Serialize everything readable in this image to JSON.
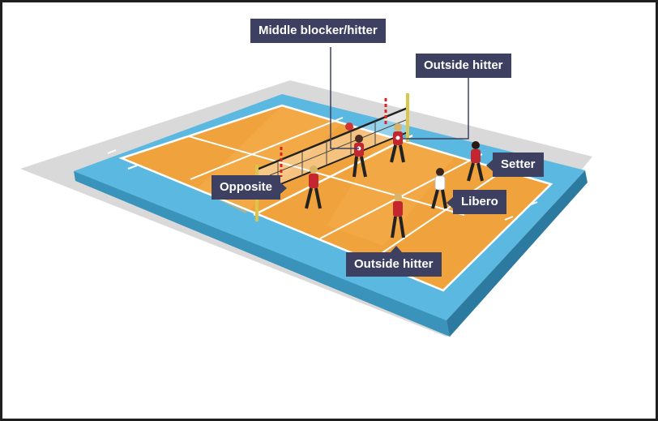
{
  "diagram": {
    "labels": {
      "middle_blocker": "Middle blocker/hitter",
      "outside_hitter_back": "Outside hitter",
      "setter": "Setter",
      "opposite": "Opposite",
      "libero": "Libero",
      "outside_hitter_front": "Outside hitter"
    },
    "colors": {
      "label_bg": "#3d4060",
      "court_orange": "#f2a43a",
      "court_blue": "#56b7df",
      "floor_gray": "#d7d7d7",
      "jersey_red": "#c3262f"
    }
  }
}
